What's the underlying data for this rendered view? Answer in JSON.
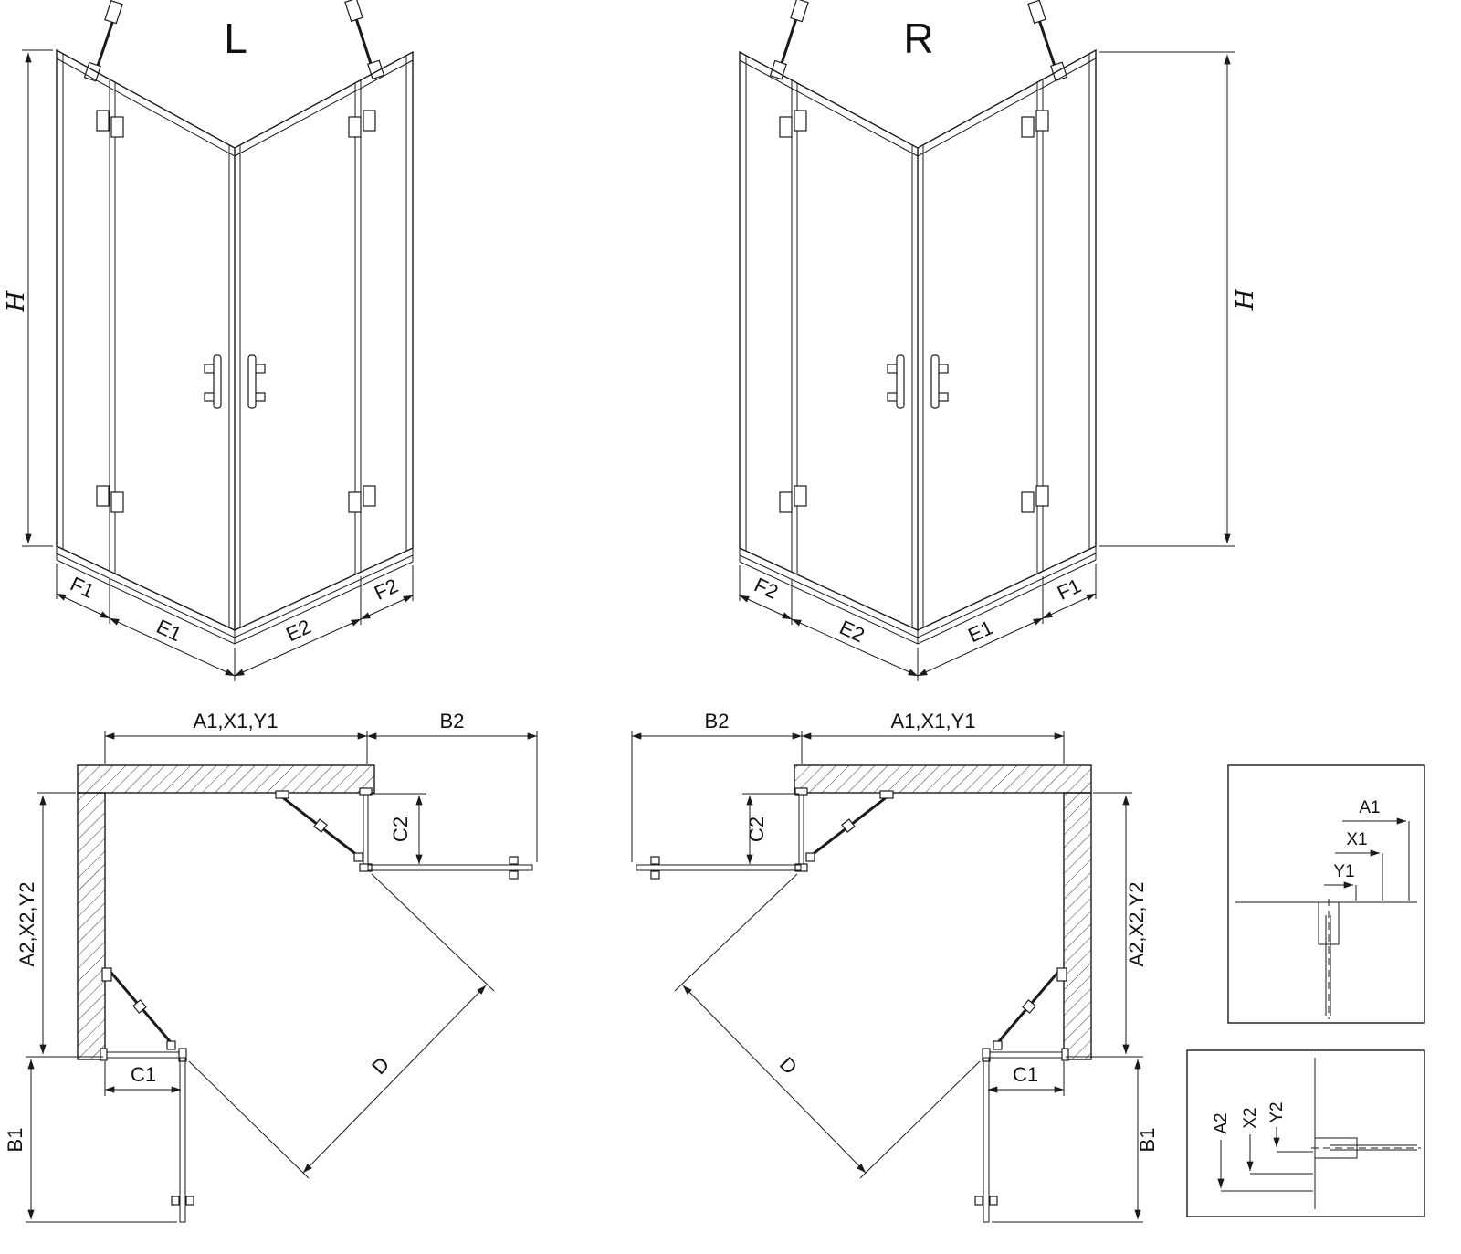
{
  "views": {
    "perspective_left": {
      "title": "L"
    },
    "perspective_right": {
      "title": "R"
    }
  },
  "labels": {
    "H": "H",
    "F1": "F1",
    "F2": "F2",
    "E1": "E1",
    "E2": "E2",
    "A1_group": "A1,X1,Y1",
    "A2_group": "A2,X2,Y2",
    "B1": "B1",
    "B2": "B2",
    "C1": "C1",
    "C2": "C2",
    "D": "D",
    "A1": "A1",
    "X1": "X1",
    "Y1": "Y1",
    "A2": "A2",
    "X2": "X2",
    "Y2": "Y2"
  },
  "colors": {
    "line": "#1a1a1a",
    "background": "#ffffff"
  }
}
